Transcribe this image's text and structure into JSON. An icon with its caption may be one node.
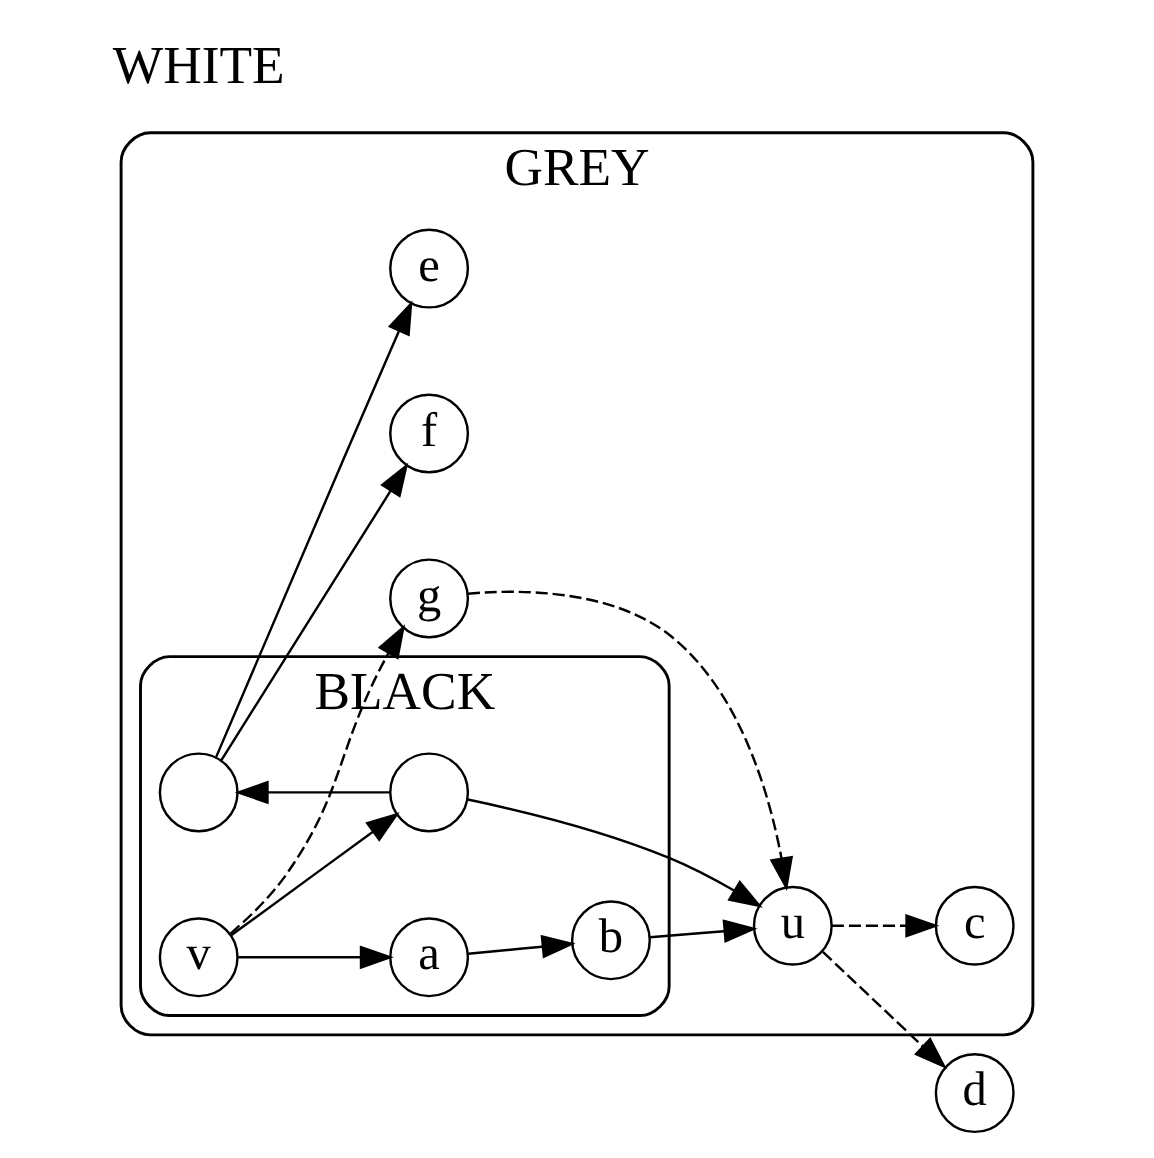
{
  "diagram": {
    "nodes": [
      {
        "text": [
          "GREY"
        ]
      },
      {
        "text": [
          "BLACK"
        ],
        "in": 0
      },
      {
        "text": [
          "e"
        ],
        "in": 0
      },
      {
        "text": [
          "f"
        ],
        "in": 0
      },
      {
        "text": [
          "d"
        ]
      },
      {
        "text": [
          "u"
        ],
        "in": 0
      },
      {
        "text": [],
        "shape": "circle",
        "in": 1
      },
      {
        "text": [],
        "shape": "circle",
        "in": 1
      },
      {
        "text": [
          "b"
        ],
        "in": 1
      },
      {
        "text": [
          "g"
        ],
        "in": 0
      },
      {
        "text": [
          "v"
        ],
        "in": 1
      },
      {
        "text": [
          "a"
        ],
        "in": 1
      },
      {
        "text": [
          "c"
        ],
        "in": 0
      }
    ],
    "edges": [
      {
        "from": 6,
        "to": 3,
        "arrow": "to"
      },
      {
        "from": 6,
        "to": 2,
        "arrow": "to"
      },
      {
        "from": 7,
        "to": 6,
        "arrow": "to"
      },
      {
        "from": 7,
        "to": 5,
        "arrow": "to"
      },
      {
        "from": 10,
        "to": 7,
        "arrow": "to"
      },
      {
        "from": 10,
        "to": 11,
        "arrow": "to"
      },
      {
        "from": 11,
        "to": 8,
        "arrow": "to"
      },
      {
        "from": 8,
        "to": 5,
        "arrow": "to"
      },
      {
        "from": 5,
        "to": 4,
        "arrow": "to",
        "style": "dashed"
      },
      {
        "from": 5,
        "to": 12,
        "arrow": "to",
        "style": "dashed"
      },
      {
        "from": 10,
        "to": 9,
        "arrow": "to",
        "style": "dashed"
      },
      {
        "from": 9,
        "to": 5,
        "arrow": "to",
        "style": "dashed"
      }
    ],
    "labels": [
      "WHITE"
    ]
  }
}
